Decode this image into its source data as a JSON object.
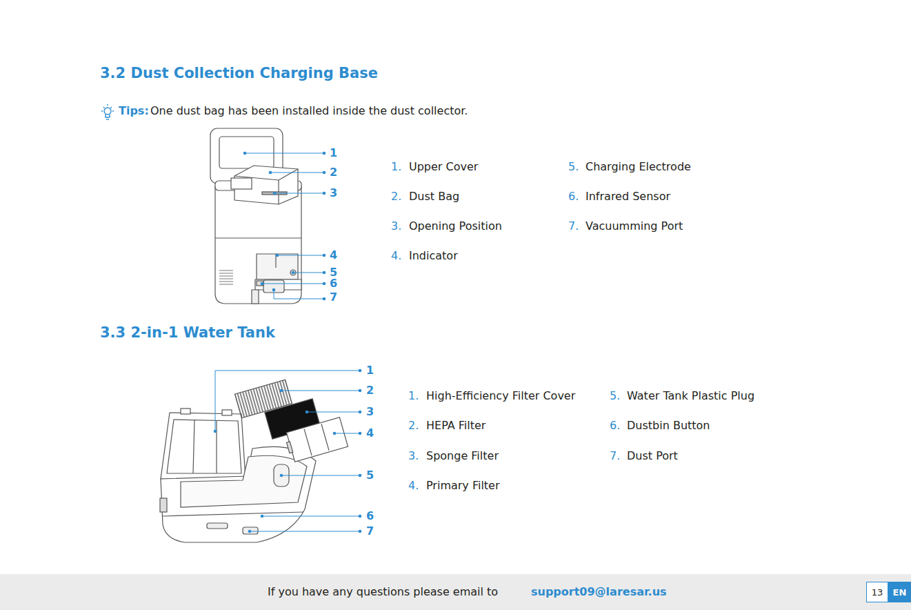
{
  "diagram": {
    "nodes": [
      {
        "text": [
          "If you have any questions please email to",
          "support09@laresar.us"
        ]
      },
      {
        "text": [
          "13"
        ],
        "in": 0
      },
      {
        "text": [
          "EN"
        ],
        "in": 0
      }
    ],
    "labels": [
      "3.2 Dust Collection Charging Base",
      "Tips:",
      "One dust bag has been installed inside the dust collector.",
      "1",
      "2",
      "3",
      "4",
      "5",
      "6",
      "7",
      "1.",
      "Upper Cover",
      "2.",
      "Dust Bag",
      "3.",
      "Opening Position",
      "4.",
      "Indicator",
      "5.",
      "Charging Electrode",
      "6.",
      "Infrared Sensor",
      "7.",
      "Vacuumming Port",
      "3.3 2-in-1 Water Tank",
      "1",
      "2",
      "3",
      "4",
      "5",
      "6",
      "7",
      "1.",
      "High-Efficiency Filter Cover",
      "2.",
      "HEPA Filter",
      "3.",
      "Sponge Filter",
      "4.",
      "Primary Filter",
      "5.",
      "Water Tank Plastic Plug",
      "6.",
      "Dustbin Button",
      "7.",
      "Dust Port"
    ]
  }
}
